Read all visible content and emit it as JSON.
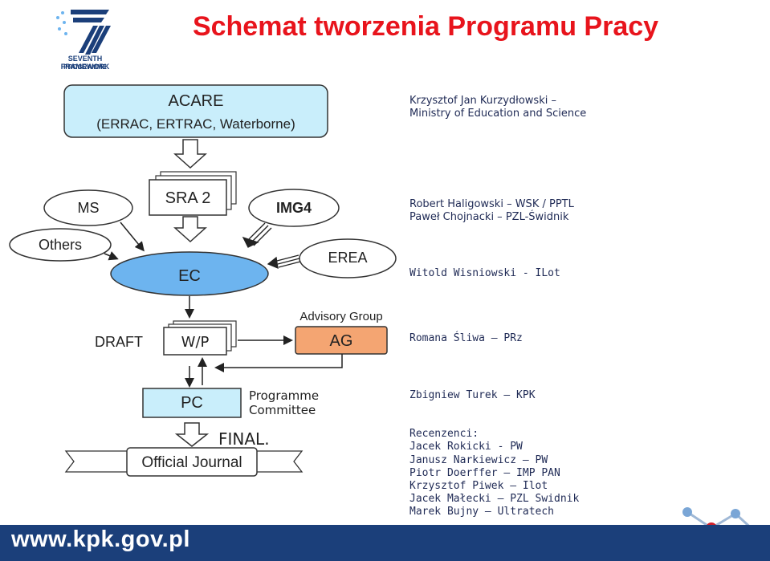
{
  "title": "Schemat tworzenia Programu Pracy",
  "logo": {
    "line1": "SEVENTH FRAMEWORK",
    "line2": "PROGRAMME"
  },
  "diagram": {
    "acare": {
      "line1": "ACARE",
      "line2": "(ERRAC, ERTRAC, Waterborne)"
    },
    "ms": "MS",
    "sra": "SRA 2",
    "img4": "IMG4",
    "others": "Others",
    "ec": "EC",
    "erea": "EREA",
    "advisory_group": "Advisory Group",
    "draft": "DRAFT",
    "wp": "W/P",
    "ag": "AG",
    "pc": "PC",
    "programme_committee_line1": "Programme",
    "programme_committee_line2": "Committee",
    "final": "FINAL.",
    "official_journal": "Official Journal"
  },
  "people": {
    "acare": [
      "Krzysztof Jan Kurzydłowski –",
      "Ministry of Education and Science"
    ],
    "img4": [
      "Robert Haligowski – WSK / PPTL",
      "Paweł Chojnacki – PZL-Świdnik"
    ],
    "erea": "Witold Wisniowski - ILot",
    "ag": "Romana Śliwa – PRz",
    "pc": "Zbigniew Turek – KPK",
    "reviewers_title": "Recenzenci:",
    "reviewers": [
      "Jacek Rokicki - PW",
      "Janusz Narkiewicz – PW",
      "Piotr Doerffer – IMP PAN",
      "Krzysztof Piwek – Ilot",
      "Jacek Małecki – PZL Swidnik",
      "Marek Bujny – Ultratech"
    ]
  },
  "footer": "www.kpk.gov.pl",
  "colors": {
    "title": "#e8141c",
    "acare_fill": "#c9eefb",
    "ec_fill": "#6db4ef",
    "ag_fill": "#f4a572",
    "footer": "#1b3f7a"
  }
}
